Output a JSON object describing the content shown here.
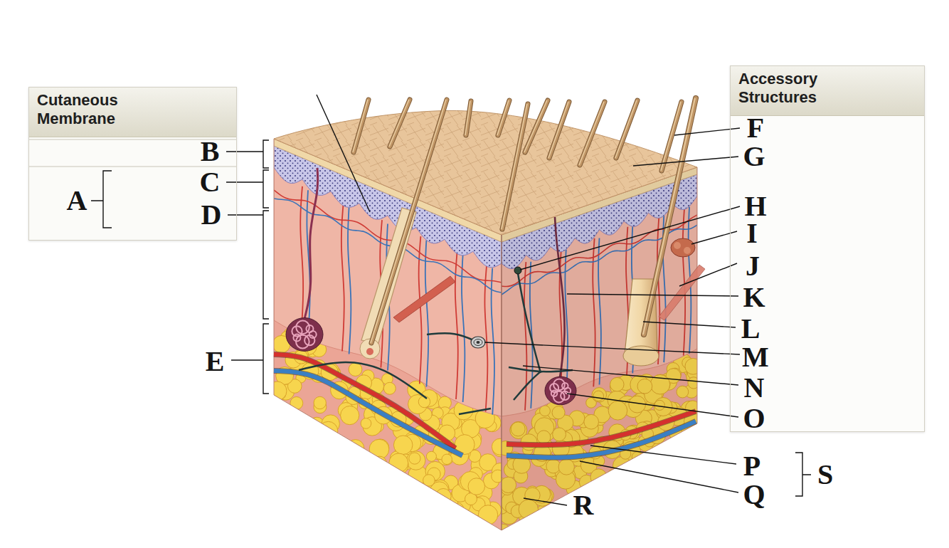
{
  "diagram": {
    "nodes": [
      {
        "text": [
          "Cutaneous Membrane"
        ]
      },
      {
        "text": [
          "Accessory Structures"
        ]
      }
    ],
    "labels": [
      "A",
      "B",
      "C",
      "D",
      "E",
      "F",
      "G",
      "H",
      "I",
      "J",
      "K",
      "L",
      "M",
      "N",
      "O",
      "P",
      "Q",
      "R",
      "S"
    ]
  }
}
